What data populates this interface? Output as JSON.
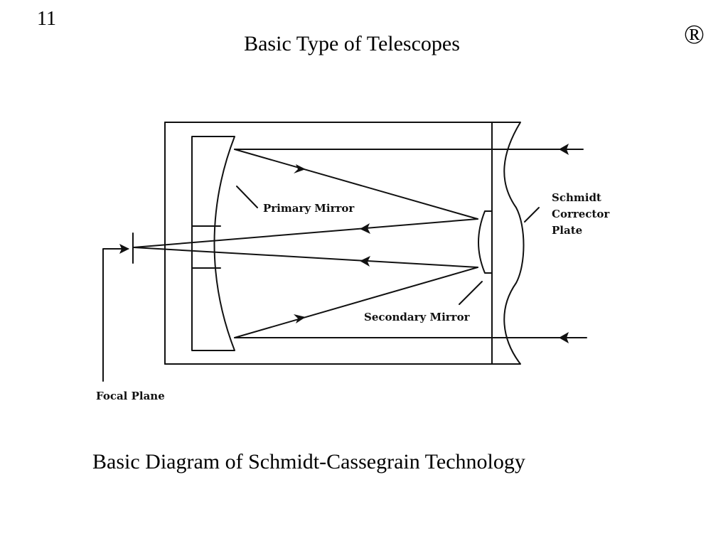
{
  "slide": {
    "number": "11",
    "title": "Basic Type of Telescopes",
    "registered_mark": "®",
    "caption": "Basic Diagram of  Schmidt-Cassegrain Technology"
  },
  "diagram": {
    "labels": {
      "primary_mirror": "Primary Mirror",
      "secondary_mirror": "Secondary Mirror",
      "corrector_line1": "Schmidt",
      "corrector_line2": "Corrector",
      "corrector_line3": "Plate",
      "focal_plane": "Focal Plane"
    }
  }
}
